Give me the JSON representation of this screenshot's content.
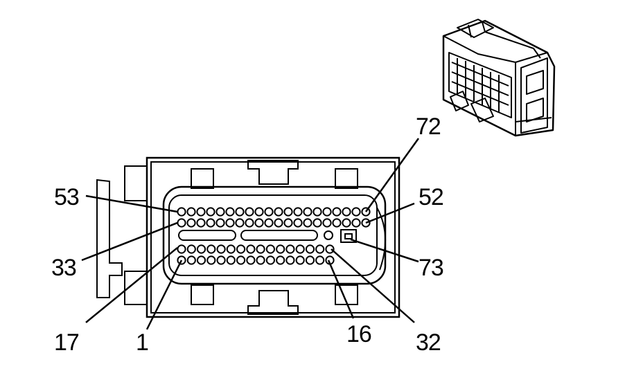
{
  "labels": {
    "p53": "53",
    "p33": "33",
    "p17": "17",
    "p1": "1",
    "p16": "16",
    "p32": "32",
    "p73": "73",
    "p52": "52",
    "p72": "72"
  }
}
